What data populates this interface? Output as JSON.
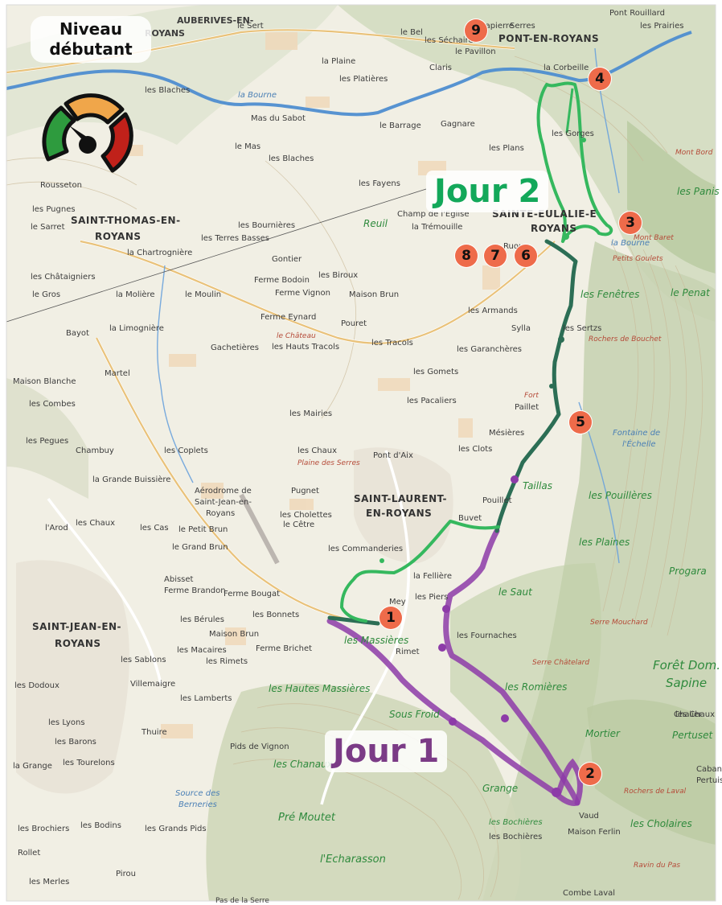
{
  "level": {
    "title_line1": "Niveau",
    "title_line2": "débutant",
    "gauge_colors": [
      "#2e9b3e",
      "#f0a64a",
      "#c0211a"
    ]
  },
  "days": [
    {
      "label": "Jour 1",
      "color": "#7b3b86"
    },
    {
      "label": "Jour 2",
      "color": "#13a85a"
    }
  ],
  "route_colors": {
    "day1": "#8d3ba8",
    "day2": "#35b85e",
    "shared": "#2c6e55"
  },
  "waypoints": [
    "1",
    "2",
    "3",
    "4",
    "5",
    "6",
    "7",
    "8",
    "9"
  ],
  "towns": {
    "t1": "AUBERIVES-EN-",
    "t1b": "ROYANS",
    "t2": "PONT-EN-ROYANS",
    "t3a": "SAINT-THOMAS-EN-",
    "t3b": "ROYANS",
    "t4a": "SAINT-LAURENT-",
    "t4b": "EN-ROYANS",
    "t5a": "SAINT-JEAN-EN-",
    "t5b": "ROYANS",
    "t6a": "SAINTE-EULALIE-E",
    "t6b": "ROYANS"
  },
  "places": {
    "p1": "le Sert",
    "p2": "la Plaine",
    "p3": "les Platières",
    "p4": "Mas du Sabot",
    "p5": "le Mas",
    "p6": "les Blaches",
    "p7": "les Blaches",
    "p8": "Rousseton",
    "p9": "les Pugnes",
    "p10": "le Sarret",
    "p11": "la Chartrognière",
    "p12": "les Châtaigniers",
    "p13": "le Gros",
    "p14": "la Molière",
    "p15": "le Moulin",
    "p16": "Bayot",
    "p17": "la Limognière",
    "p18": "Gachetières",
    "p19": "Martel",
    "p20": "Maison Blanche",
    "p21": "les Combes",
    "p22": "les Pegues",
    "p23": "Chambuy",
    "p24": "les Coplets",
    "p25": "la Grande Buissière",
    "p26": "Aérodrome de",
    "p27": "Saint-Jean-en-",
    "p28": "Royans",
    "p29": "l'Arod",
    "p30": "les Chaux",
    "p31": "les Cas",
    "p32": "le Petit Brun",
    "p33": "le Grand Brun",
    "p34": "Abisset",
    "p35": "Ferme Brandon",
    "p36": "Ferme Bougat",
    "p37": "les Bérules",
    "p38": "Maison Brun",
    "p39": "les Bonnets",
    "p40": "les Macaires",
    "p41": "Ferme Brichet",
    "p42": "les Sablons",
    "p43": "les Rimets",
    "p44": "Villemaigre",
    "p45": "les Lamberts",
    "p46": "les Dodoux",
    "p47": "les Lyons",
    "p48": "les Barons",
    "p49": "Thuire",
    "p50": "la Grange",
    "p51": "les Tourelons",
    "p52": "Pids de Vignon",
    "p53": "les Brochiers",
    "p54": "les Bodins",
    "p55": "les Grands Pids",
    "p56": "Rollet",
    "p57": "les Merles",
    "p58": "Pirou",
    "p59": "le Barrage",
    "p60": "Gagnare",
    "p61": "les Plans",
    "p62": "les Fayens",
    "p63": "Champ de l'Eglise",
    "p64": "la Trémouille",
    "p65": "les Bournières",
    "p66": "les Terres Basses",
    "p67": "Gontier",
    "p68": "les Biroux",
    "p69": "Ferme Bodoin",
    "p70": "Ferme Vignon",
    "p71": "Maison Brun",
    "p72": "Ferme Eynard",
    "p73": "Pouret",
    "p74": "le Château",
    "p75": "les Hauts Tracols",
    "p76": "les Tracols",
    "p77": "les Gomets",
    "p78": "les Armands",
    "p79": "les Garanchères",
    "p80": "les Pacaliers",
    "p81": "les Mairies",
    "p82": "Paillet",
    "p83": "Mésières",
    "p84": "les Clots",
    "p85": "les Chaux",
    "p86": "Pont d'Aix",
    "p87": "Plaine des Serres",
    "p88": "Pugnet",
    "p89": "les Cholettes",
    "p90": "le Cêtre",
    "p91": "les Commanderies",
    "p92": "la Fellière",
    "p93": "les Piers",
    "p94": "Mey",
    "p95": "Rimet",
    "p96": "les Fournaches",
    "p97": "Pont Rouillard",
    "p98": "les Prairies",
    "p99": "la Corbeille",
    "p100": "les Gorges",
    "p101": "la Bourne",
    "p102": "Sylla",
    "p103": "Buvet",
    "p104": "Pouillet",
    "p105": "Maison Ferlin",
    "p106": "Combe Laval",
    "p107": "le Bel",
    "p108": "les Séchaires",
    "p109": "le Pavillon",
    "p110": "Claris",
    "p111": "Lapierre",
    "p112": "Serres",
    "p113": "les Bochières",
    "p114": "Pas de la Serre",
    "p115": "les Sertzs",
    "p116": "Ruoux",
    "p117": "Vaud",
    "p118": "les Chaux",
    "p119": "Cabanes",
    "p120": "Pertuiset"
  },
  "nature": {
    "n1": "les Fenêtres",
    "n2": "le Penat",
    "n3": "les Pouillères",
    "n4": "les Plaines",
    "n5": "Progara",
    "n6": "le Saut",
    "n7": "les Romières",
    "n8": "Mortier",
    "n9": "Forêt Dom.",
    "n10": "Sapine",
    "n11": "les Hautes Massières",
    "n12": "Sous Froid",
    "n13": "les Chanaux",
    "n14": "Pré Moutet",
    "n15": "l'Echarasson",
    "n16": "Grange",
    "n17": "les Cholaires",
    "n18": "les Bochières",
    "n19": "Taillas",
    "n20": "les Massières",
    "n21": "Pertuset",
    "n22": "Chalier",
    "n23": "Reuil",
    "n24": "les Panis",
    "n25": "Mont Bord"
  },
  "reds": {
    "r1": "Rochers de Bouchet",
    "r2": "Serre Mouchard",
    "r3": "Serre Châtelard",
    "r4": "Rochers de Laval",
    "r5": "Petits Goulets",
    "r6": "Ravin du Pas",
    "r7": "Mont Baret",
    "r8": "Fontaine de",
    "r9": "l'Échelle",
    "r10": "Fort"
  },
  "water": {
    "w1": "Source des",
    "w2": "Berneries",
    "w3": "la Bourne"
  }
}
